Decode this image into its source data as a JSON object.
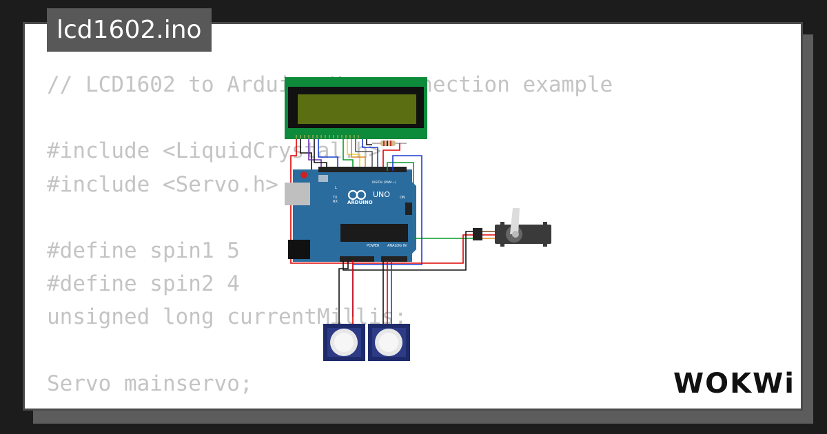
{
  "project": {
    "filename": "lcd1602.ino"
  },
  "code_lines": [
    "// LCD1602 to Arduino Uno connection example",
    "",
    "#include <LiquidCrystal.h>",
    "#include <Servo.h>",
    "",
    "#define spin1 5",
    "#define spin2 4",
    "unsigned long currentMillis;",
    "",
    "Servo mainservo;"
  ],
  "board": {
    "brand": "ARDUINO",
    "model": "UNO",
    "on_label": "ON",
    "tx_label": "TX",
    "rx_label": "RX",
    "l_label": "L",
    "digital_label": "DIGITAL (PWM ~)",
    "power_label": "POWER",
    "analog_label": "ANALOG IN"
  },
  "brand_logo": {
    "text": "WOKWi"
  },
  "colors": {
    "board_blue": "#2b6c9e",
    "lcd_green": "#0d8a3a",
    "lcd_screen": "#5c6e12",
    "pir_blue": "#1f2a6b"
  }
}
